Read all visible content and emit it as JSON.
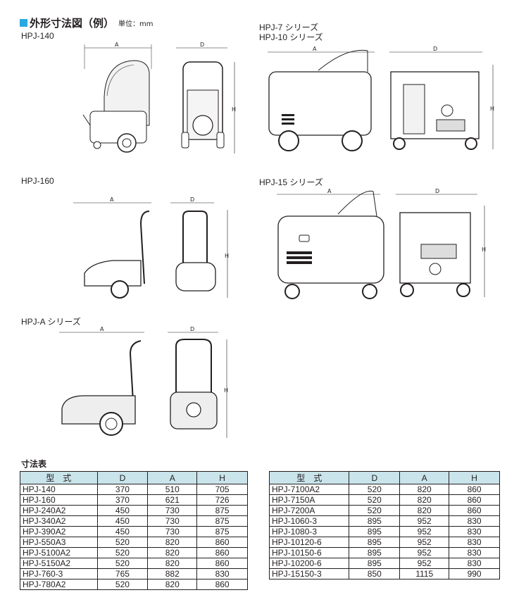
{
  "heading": {
    "title": "外形寸法図（例）",
    "unit": "単位：mm"
  },
  "drawings": {
    "hpj140": "HPJ-140",
    "hpj7_10_line1": "HPJ-7 シリーズ",
    "hpj7_10_line2": "HPJ-10 シリーズ",
    "hpj160": "HPJ-160",
    "hpj15": "HPJ-15 シリーズ",
    "hpja": "HPJ-A シリーズ",
    "dim_a": "A",
    "dim_d": "D",
    "dim_h": "H"
  },
  "table_title": "寸法表",
  "table_headers": [
    "型　式",
    "D",
    "A",
    "H"
  ],
  "table_left": [
    [
      "HPJ-140",
      "370",
      "510",
      "705"
    ],
    [
      "HPJ-160",
      "370",
      "621",
      "726"
    ],
    [
      "HPJ-240A2",
      "450",
      "730",
      "875"
    ],
    [
      "HPJ-340A2",
      "450",
      "730",
      "875"
    ],
    [
      "HPJ-390A2",
      "450",
      "730",
      "875"
    ],
    [
      "HPJ-550A3",
      "520",
      "820",
      "860"
    ],
    [
      "HPJ-5100A2",
      "520",
      "820",
      "860"
    ],
    [
      "HPJ-5150A2",
      "520",
      "820",
      "860"
    ],
    [
      "HPJ-760-3",
      "765",
      "882",
      "830"
    ],
    [
      "HPJ-780A2",
      "520",
      "820",
      "860"
    ]
  ],
  "table_right": [
    [
      "HPJ-7100A2",
      "520",
      "820",
      "860"
    ],
    [
      "HPJ-7150A",
      "520",
      "820",
      "860"
    ],
    [
      "HPJ-7200A",
      "520",
      "820",
      "860"
    ],
    [
      "HPJ-1060-3",
      "895",
      "952",
      "830"
    ],
    [
      "HPJ-1080-3",
      "895",
      "952",
      "830"
    ],
    [
      "HPJ-10120-6",
      "895",
      "952",
      "830"
    ],
    [
      "HPJ-10150-6",
      "895",
      "952",
      "830"
    ],
    [
      "HPJ-10200-6",
      "895",
      "952",
      "830"
    ],
    [
      "HPJ-15150-3",
      "850",
      "1115",
      "990"
    ]
  ],
  "colors": {
    "accent": "#29a9e1",
    "table_header_bg": "#c9e4ea",
    "line": "#231f20"
  }
}
